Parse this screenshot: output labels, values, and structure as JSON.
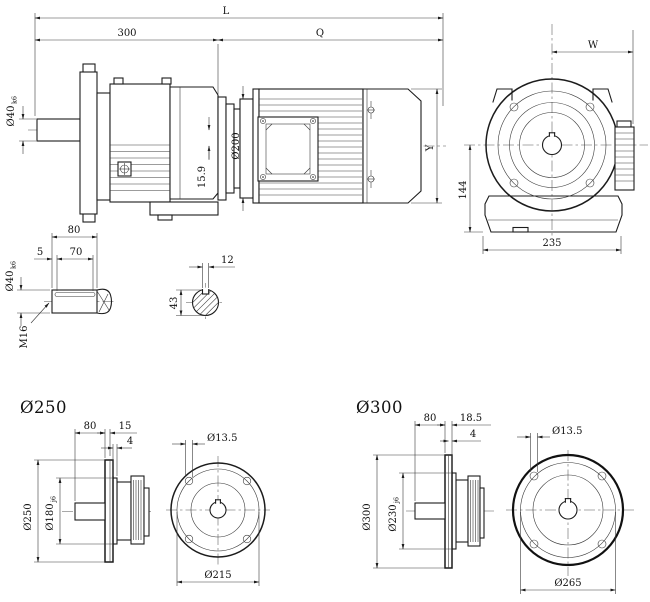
{
  "drawing": {
    "background": "#ffffff",
    "line_color": "#1c1c1c",
    "type": "gearmotor-dimension-drawing"
  },
  "main_view": {
    "dim_overall": "L",
    "dim_gear_length": "300",
    "dim_motor_length": "Q",
    "dim_shaft_dia": "Ø40",
    "dim_shaft_tol": "k6",
    "dim_adapter_dia": "Ø200",
    "dim_axis_offset": "15.9",
    "dim_motor_dia": "Y"
  },
  "front_view": {
    "dim_center_to_box": "W",
    "dim_axis_height": "144",
    "dim_base_width": "235"
  },
  "shaft_detail": {
    "dim_length": "80",
    "dim_key_offset": "5",
    "dim_key_length": "70",
    "dim_dia": "Ø40",
    "dim_dia_tol": "k6",
    "dim_thread": "M16"
  },
  "key_section": {
    "dim_key_width": "12",
    "dim_over_key": "43"
  },
  "flange_250": {
    "title": "Ø250",
    "dim_hub_length": "80",
    "dim_depth": "15",
    "dim_plate": "4",
    "dim_outer": "Ø250",
    "dim_spigot": "Ø180",
    "dim_spigot_tol": "j6",
    "dim_hole": "Ø13.5",
    "dim_bolt_circle": "Ø215"
  },
  "flange_300": {
    "title": "Ø300",
    "dim_hub_length": "80",
    "dim_depth": "18.5",
    "dim_plate": "4",
    "dim_outer": "Ø300",
    "dim_spigot": "Ø230",
    "dim_spigot_tol": "j6",
    "dim_hole": "Ø13.5",
    "dim_bolt_circle": "Ø265"
  }
}
